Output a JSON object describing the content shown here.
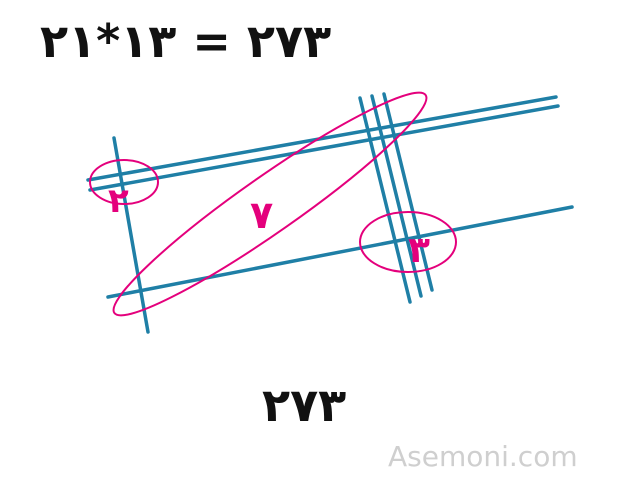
{
  "equation": "۲۱*۱۳ = ۲۷۳",
  "answer": "۲۷۳",
  "watermark": "Asemoni.com",
  "diagram": {
    "line_color": "#1f7fa6",
    "highlight_color": "#e4007c",
    "groups": [
      {
        "lines": 2,
        "role": "tens of first factor"
      },
      {
        "lines": 1,
        "role": "ones of first factor"
      },
      {
        "lines": 1,
        "role": "tens of second factor"
      },
      {
        "lines": 3,
        "role": "ones of second factor"
      }
    ],
    "intersection_counts": {
      "left": "۲",
      "middle": "۷",
      "right": "۳"
    }
  }
}
